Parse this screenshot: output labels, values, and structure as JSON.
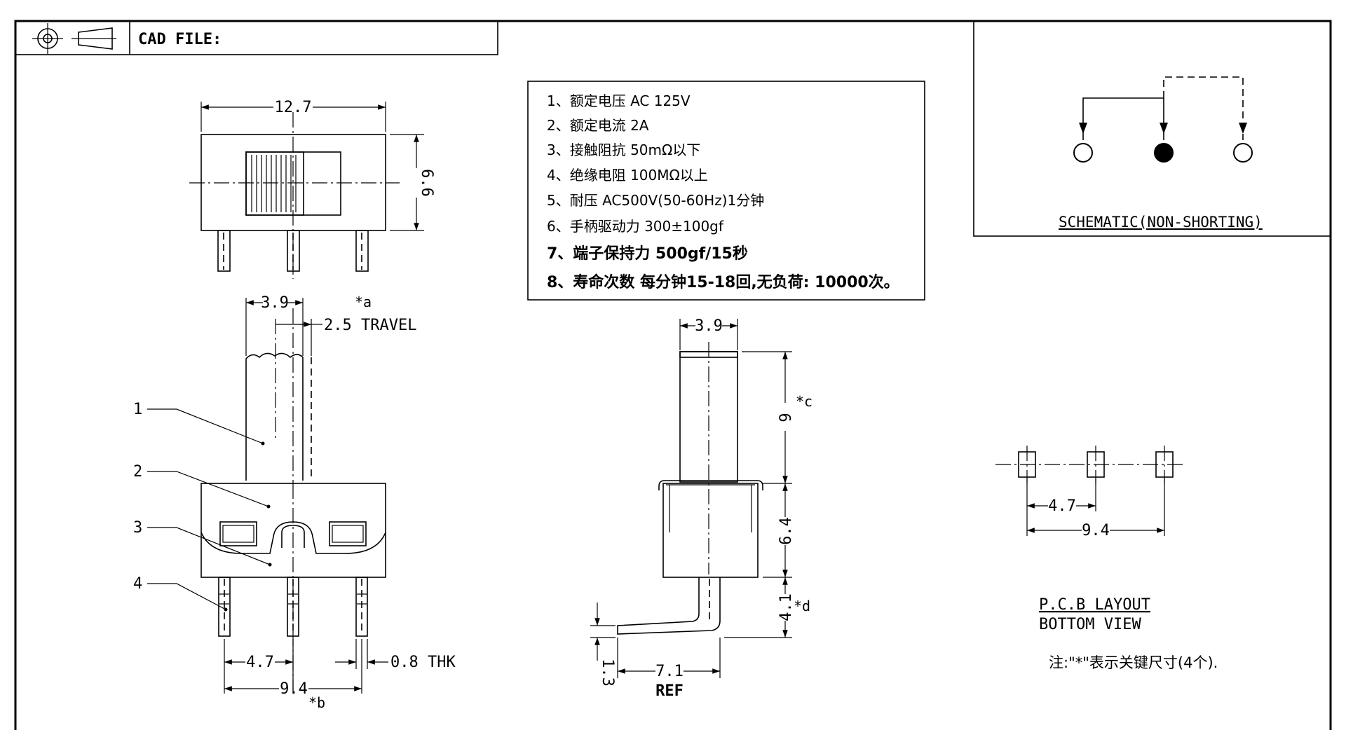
{
  "title_block": {
    "cad_label": "CAD FILE:"
  },
  "specs": [
    "1、额定电压 AC 125V",
    "2、额定电流 2A",
    "3、接触阻抗 50mΩ以下",
    "4、绝缘电阻 100MΩ以上",
    "5、耐压 AC500V(50-60Hz)1分钟",
    "6、手柄驱动力 300±100gf",
    "7、端子保持力 500gf/15秒",
    "8、寿命次数 每分钟15-18回,无负荷: 10000次。"
  ],
  "schematic": {
    "caption": "SCHEMATIC(NON-SHORTING)"
  },
  "top_view": {
    "width_dim": "12.7",
    "height_dim": "6.6"
  },
  "front_view": {
    "actuator_width": "3.9",
    "mark_a": "*a",
    "travel": "2.5 TRAVEL",
    "callouts": [
      "1",
      "2",
      "3",
      "4"
    ],
    "pitch": "4.7",
    "thickness": "0.8 THK",
    "span": "9.4",
    "mark_b": "*b"
  },
  "side_view": {
    "actuator_width": "3.9",
    "height_actuator": "9",
    "mark_c": "*c",
    "height_body": "6.4",
    "height_pin": "4.1",
    "mark_d": "*d",
    "pin_offset": "1.3",
    "ref_dim": "7.1",
    "ref_label": "REF"
  },
  "pcb": {
    "pitch": "4.7",
    "span": "9.4",
    "title": "P.C.B LAYOUT",
    "subtitle": "BOTTOM VIEW"
  },
  "note": "注:\"*\"表示关键尺寸(4个)."
}
